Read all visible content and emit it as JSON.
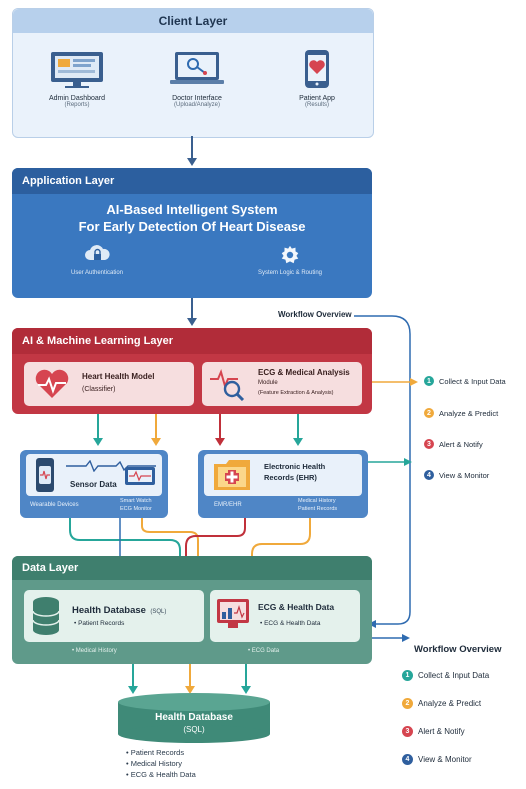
{
  "client_layer": {
    "title": "Client Layer",
    "items": [
      {
        "label": "Admin Dashboard",
        "sub": "(Reports)"
      },
      {
        "label": "Doctor Interface",
        "sub": "(Upload/Analyze)"
      },
      {
        "label": "Patient App",
        "sub": "(Results)"
      }
    ]
  },
  "application_layer": {
    "title": "Application Layer",
    "system_line1": "AI-Based Intelligent System",
    "system_line2": "For Early Detection Of Heart Disease",
    "left_label": "User Authentication",
    "right_label": "System Logic & Routing"
  },
  "ai_layer": {
    "title": "AI & Machine Learning Layer",
    "heart_model_title": "Heart Health Model",
    "heart_model_sub": "(Classifier)",
    "ecg_title": "ECG & Medical Analysis",
    "ecg_sub1": "Module",
    "ecg_sub2": "(Feature Extraction & Analysis)"
  },
  "mid": {
    "sensor_title": "Sensor Data",
    "sensor_left": "Wearable Devices",
    "sensor_right1": "Smart Watch",
    "sensor_right2": "ECG Monitor",
    "ehr_title1": "Electronic Health",
    "ehr_title2": "Records (EHR)",
    "ehr_left": "EMR/EHR",
    "ehr_right1": "Medical History",
    "ehr_right2": "Patient Records"
  },
  "data_layer": {
    "title": "Data Layer",
    "db_title": "Health Database",
    "db_tag": "(SQL)",
    "db_item": "• Patient Records",
    "db_bottom": "• Medical History",
    "ecg_title": "ECG & Health Data",
    "ecg_item": "• ECG & Health Data",
    "ecg_bottom": "• ECG Data"
  },
  "bottom_db": {
    "title": "Health Database",
    "tag": "(SQL)",
    "items": [
      "• Patient Records",
      "• Medical History",
      "• ECG & Health Data"
    ]
  },
  "workflow_top": {
    "title": "Workflow Overview",
    "steps": [
      {
        "num": "1",
        "label": "Collect & Input Data",
        "color": "#26a69a"
      },
      {
        "num": "2",
        "label": "Analyze & Predict",
        "color": "#f0a93b"
      },
      {
        "num": "3",
        "label": "Alert & Notify",
        "color": "#d64550"
      },
      {
        "num": "4",
        "label": "View & Monitor",
        "color": "#2f5f9e"
      }
    ]
  },
  "workflow_bottom": {
    "title": "Workflow Overview",
    "steps": [
      {
        "num": "1",
        "label": "Collect & Input Data",
        "color": "#26a69a"
      },
      {
        "num": "2",
        "label": "Analyze & Predict",
        "color": "#f0a93b"
      },
      {
        "num": "3",
        "label": "Alert & Notify",
        "color": "#d64550"
      },
      {
        "num": "4",
        "label": "View & Monitor",
        "color": "#2f5f9e"
      }
    ]
  },
  "colors": {
    "client": "#a9c6e8",
    "application": "#2f6bb0",
    "ai": "#b8303c",
    "data": "#3f7f6e",
    "teal": "#26a69a",
    "orange": "#f0a93b",
    "red": "#c0303a",
    "blue": "#2f5f9e"
  }
}
